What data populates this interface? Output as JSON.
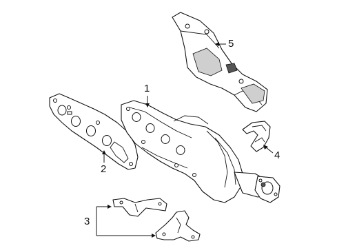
{
  "callouts": {
    "c1": "1",
    "c2": "2",
    "c3": "3",
    "c4": "4",
    "c5": "5"
  },
  "colors": {
    "line": "#111111",
    "shade": "#cfcfcf",
    "background": "#ffffff"
  }
}
